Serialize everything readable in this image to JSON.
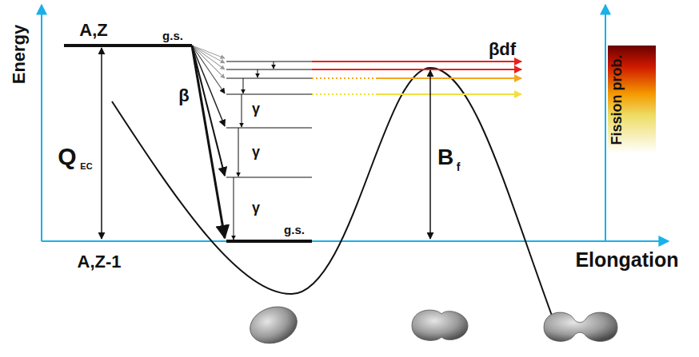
{
  "diagram": {
    "labels": [
      "Energy",
      "A,Z",
      "g.s.",
      "Q",
      "EC",
      "β",
      "γ",
      "γ",
      "γ",
      "βdf",
      "B",
      "f",
      "Fission prob.",
      "A,Z-1",
      "g.s.",
      "Elongation"
    ]
  }
}
